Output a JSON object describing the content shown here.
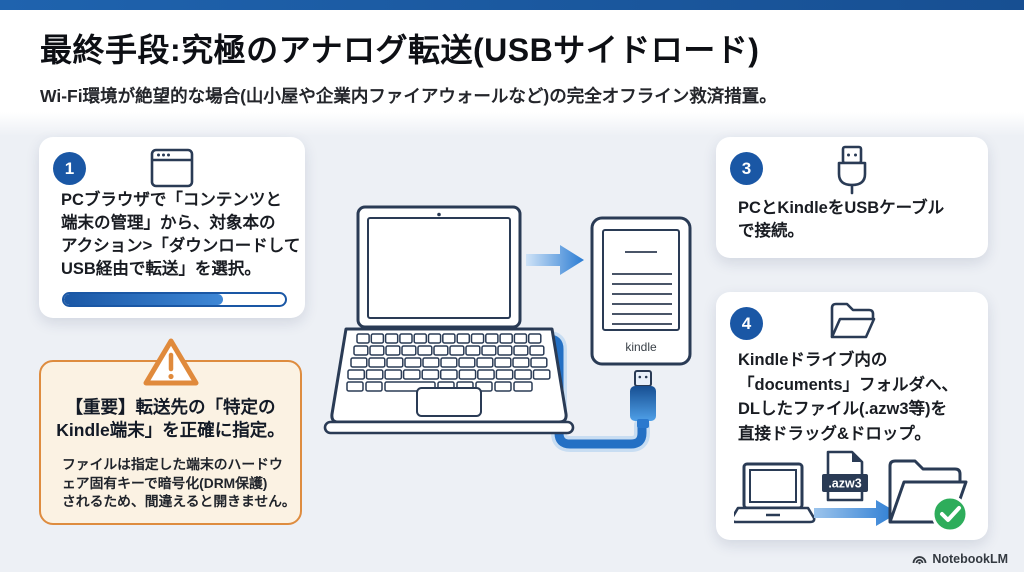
{
  "header": {
    "title": "最終手段:究極のアナログ転送(USBサイドロード)",
    "subtitle": "Wi-Fi環境が絶望的な場合(山小屋や企業内ファイアウォールなど)の完全オフライン救済措置。"
  },
  "steps": [
    {
      "number": "1",
      "icon": "browser-window-icon",
      "text": "PCブラウザで「コンテンツと\n端末の管理」から、対象本の\nアクション>「ダウンロードして\nUSB経由で転送」を選択。",
      "progress_percent": 72
    },
    {
      "number": "3",
      "icon": "usb-plug-icon",
      "text": "PCとKindleをUSBケーブル\nで接続。"
    },
    {
      "number": "4",
      "icon": "folder-open-icon",
      "text": "Kindleドライブ内の\n「documents」フォルダへ、\nDLしたファイル(.azw3等)を\n直接ドラッグ&ドロップ。",
      "file_badge": ".azw3"
    }
  ],
  "warning": {
    "icon": "warning-triangle-icon",
    "title": "【重要】転送先の「特定の\nKindle端末」を正確に指定。",
    "body": "ファイルは指定した端末のハードウ\nェア固有キーで暗号化(DRM保護)\nされるため、間違えると開きません。"
  },
  "illustration": {
    "device_label": "kindle"
  },
  "footer": {
    "brand": "NotebookLM"
  },
  "colors": {
    "accent_blue": "#1a57a5",
    "top_bar_blue": "#1e5ea8",
    "warning_orange": "#de8c3f",
    "warning_bg": "#fbf2e3",
    "cable_blue": "#2470c4",
    "success_green": "#2ead5b",
    "ink_navy": "#2a3b55"
  }
}
